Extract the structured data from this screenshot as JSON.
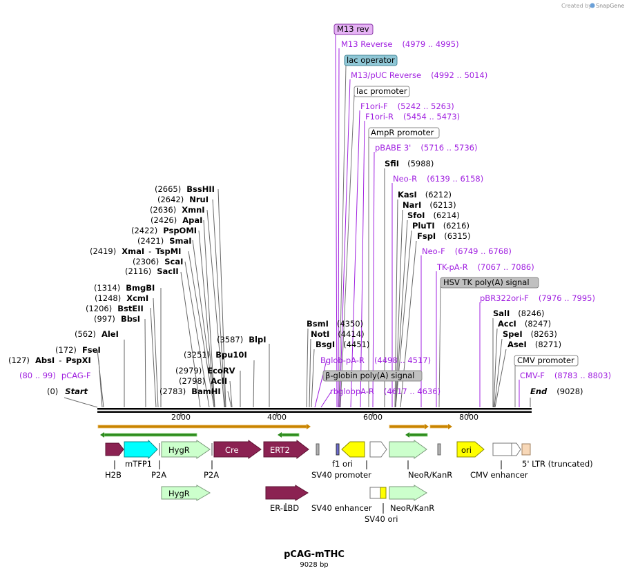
{
  "credit": {
    "prefix": "Created by",
    "brand": "SnapGene"
  },
  "map": {
    "name": "pCAG-mTHC",
    "length_label": "9028 bp",
    "length": 9028,
    "axis_ticks": [
      "2000",
      "4000",
      "6000",
      "8000"
    ]
  },
  "start_label": {
    "pos": "(0)",
    "name": "Start"
  },
  "end_label": {
    "name": "End",
    "pos": "(9028)"
  },
  "sites": [
    {
      "pos": "(127)",
      "name": "AbsI",
      "name2": "PspXI"
    },
    {
      "pos": "(172)",
      "name": "FseI"
    },
    {
      "pos": "(562)",
      "name": "AleI"
    },
    {
      "pos": "(997)",
      "name": "BbsI"
    },
    {
      "pos": "(1206)",
      "name": "BstEII"
    },
    {
      "pos": "(1248)",
      "name": "XcmI"
    },
    {
      "pos": "(1314)",
      "name": "BmgBI"
    },
    {
      "pos": "(2116)",
      "name": "SacII"
    },
    {
      "pos": "(2306)",
      "name": "ScaI"
    },
    {
      "pos": "(2419)",
      "name": "XmaI",
      "name2": "TspMI"
    },
    {
      "pos": "(2421)",
      "name": "SmaI"
    },
    {
      "pos": "(2422)",
      "name": "PspOMI"
    },
    {
      "pos": "(2426)",
      "name": "ApaI"
    },
    {
      "pos": "(2636)",
      "name": "XmnI"
    },
    {
      "pos": "(2642)",
      "name": "NruI"
    },
    {
      "pos": "(2665)",
      "name": "BssHII"
    },
    {
      "pos": "(2783)",
      "name": "BamHI"
    },
    {
      "pos": "(2798)",
      "name": "AclI"
    },
    {
      "pos": "(2979)",
      "name": "EcoRV"
    },
    {
      "pos": "(3251)",
      "name": "Bpu10I"
    },
    {
      "pos": "(3587)",
      "name": "BlpI"
    },
    {
      "pos": "(4350)",
      "name": "BsmI"
    },
    {
      "pos": "(4414)",
      "name": "NotI"
    },
    {
      "pos": "(4451)",
      "name": "BsgI"
    },
    {
      "pos": "(5988)",
      "name": "SfiI"
    },
    {
      "pos": "(6212)",
      "name": "KasI"
    },
    {
      "pos": "(6213)",
      "name": "NarI"
    },
    {
      "pos": "(6214)",
      "name": "SfoI"
    },
    {
      "pos": "(6216)",
      "name": "PluTI"
    },
    {
      "pos": "(6315)",
      "name": "FspI"
    },
    {
      "pos": "(8246)",
      "name": "SalI"
    },
    {
      "pos": "(8247)",
      "name": "AccI"
    },
    {
      "pos": "(8263)",
      "name": "SpeI"
    },
    {
      "pos": "(8271)",
      "name": "AseI"
    }
  ],
  "primers": [
    {
      "name": "pCAG-F",
      "range": "(80 .. 99)"
    },
    {
      "name": "M13 Reverse",
      "range": "(4979 .. 4995)"
    },
    {
      "name": "M13/pUC Reverse",
      "range": "(4992 .. 5014)"
    },
    {
      "name": "F1ori-F",
      "range": "(5242 .. 5263)"
    },
    {
      "name": "F1ori-R",
      "range": "(5454 .. 5473)"
    },
    {
      "name": "pBABE 3'",
      "range": "(5716 .. 5736)"
    },
    {
      "name": "Neo-R",
      "range": "(6139 .. 6158)"
    },
    {
      "name": "Neo-F",
      "range": "(6749 .. 6768)"
    },
    {
      "name": "TK-pA-R",
      "range": "(7067 .. 7086)"
    },
    {
      "name": "pBR322ori-F",
      "range": "(7976 .. 7995)"
    },
    {
      "name": "CMV-F",
      "range": "(8783 .. 8803)"
    },
    {
      "name": "Bglob-pA-R",
      "range": "(4498 .. 4517)"
    },
    {
      "name": "rbglobpA-R",
      "range": "(4617 .. 4636)"
    }
  ],
  "boxed_features": [
    {
      "name": "M13 rev",
      "fill": "#e6b3f5",
      "stroke": "#8a3aa8"
    },
    {
      "name": "lac operator",
      "fill": "#8fc7d6",
      "stroke": "#4a8a9a"
    },
    {
      "name": "lac promoter",
      "fill": "#ffffff",
      "stroke": "#888888"
    },
    {
      "name": "AmpR promoter",
      "fill": "#ffffff",
      "stroke": "#888888"
    },
    {
      "name": "HSV TK poly(A) signal",
      "fill": "#c0c0c0",
      "stroke": "#888888"
    },
    {
      "name": "CMV promoter",
      "fill": "#ffffff",
      "stroke": "#888888"
    },
    {
      "name": "β-globin poly(A) signal",
      "fill": "#c0c0c0",
      "stroke": "#888888"
    }
  ],
  "features": {
    "row1": [
      "H2B",
      "mTFP1",
      "HygR",
      "Cre",
      "ERT2",
      "f1 ori",
      "ori",
      "5' LTR (truncated)"
    ],
    "row1_below": [
      "H2B",
      "P2A",
      "P2A",
      "SV40 promoter",
      "NeoR/KanR",
      "CMV enhancer"
    ],
    "row2": [
      "HygR",
      "ER-LBD",
      "SV40 enhancer",
      "NeoR/KanR",
      "SV40 ori"
    ]
  },
  "colors": {
    "primer": "#a020e0",
    "chromatin": "#8b2252",
    "mtfp1": "#00ffff",
    "resistance": "#ccffcc",
    "ori": "#ffff00",
    "orf_line": "#c88400",
    "orf_arrow": "#2e8b1e"
  }
}
